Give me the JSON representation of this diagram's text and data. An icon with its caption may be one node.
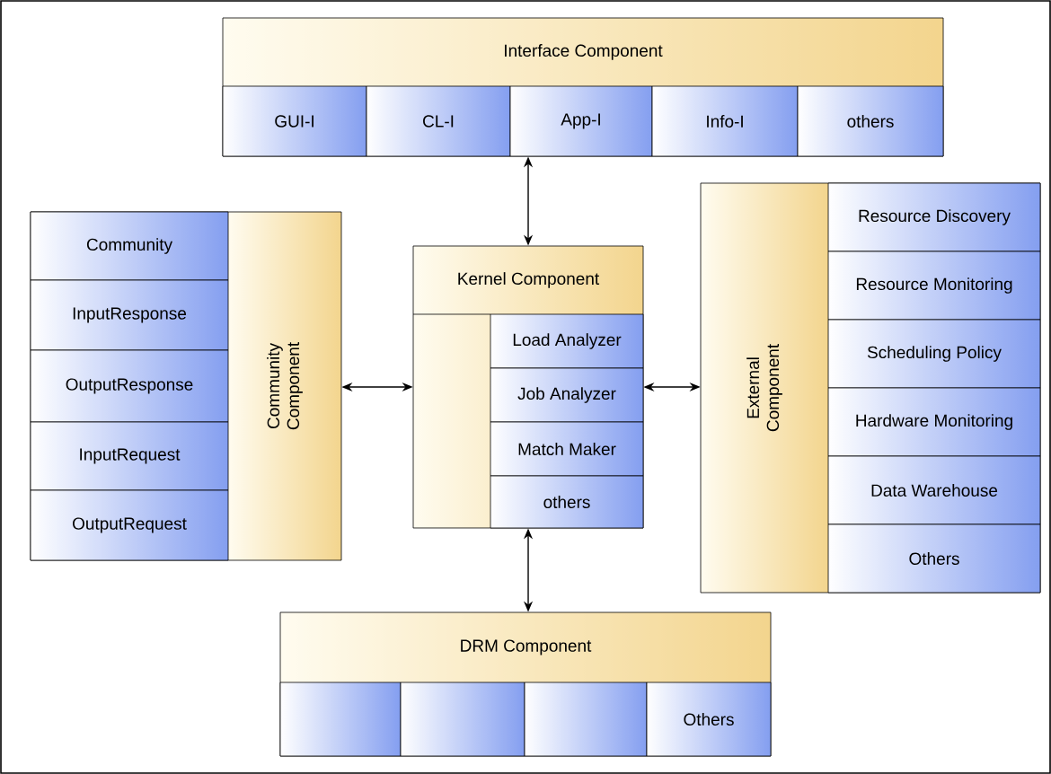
{
  "diagram": {
    "nodes": [
      {
        "text": [
          "Interface Component"
        ]
      },
      {
        "text": [
          "GUI-I"
        ],
        "in": 0
      },
      {
        "text": [
          "CL-I"
        ],
        "in": 0
      },
      {
        "text": [
          "App-I"
        ],
        "in": 0
      },
      {
        "text": [
          "Info-I"
        ],
        "in": 0
      },
      {
        "text": [
          "others"
        ],
        "in": 0
      },
      {
        "text": [
          "Community Component"
        ]
      },
      {
        "text": [
          "Community"
        ],
        "in": 6
      },
      {
        "text": [
          "InputResponse"
        ],
        "in": 6
      },
      {
        "text": [
          "OutputResponse"
        ],
        "in": 6
      },
      {
        "text": [
          "InputRequest"
        ],
        "in": 6
      },
      {
        "text": [
          "OutputRequest"
        ],
        "in": 6
      },
      {
        "text": [
          "Kernel Component"
        ]
      },
      {
        "text": [
          "Load Analyzer"
        ],
        "in": 12
      },
      {
        "text": [
          "Job Analyzer"
        ],
        "in": 12
      },
      {
        "text": [
          "Match Maker"
        ],
        "in": 12
      },
      {
        "text": [
          "others"
        ],
        "in": 12
      },
      {
        "text": [
          "External Component"
        ]
      },
      {
        "text": [
          "Resource Discovery"
        ],
        "in": 17
      },
      {
        "text": [
          "Resource Monitoring"
        ],
        "in": 17
      },
      {
        "text": [
          "Scheduling Policy"
        ],
        "in": 17
      },
      {
        "text": [
          "Hardware Monitoring"
        ],
        "in": 17
      },
      {
        "text": [
          "Data Warehouse"
        ],
        "in": 17
      },
      {
        "text": [
          "Others"
        ],
        "in": 17
      },
      {
        "text": [
          "DRM Component"
        ]
      },
      {
        "text": [],
        "shape": "box",
        "in": 24
      },
      {
        "text": [],
        "shape": "box",
        "in": 24
      },
      {
        "text": [],
        "shape": "box",
        "in": 24
      },
      {
        "text": [
          "Others"
        ],
        "in": 24
      }
    ],
    "edges": [
      {
        "from": 12,
        "to": 0,
        "arrow": "both"
      },
      {
        "from": 6,
        "to": 12,
        "arrow": "both"
      },
      {
        "from": 12,
        "to": 17,
        "arrow": "both"
      },
      {
        "from": 12,
        "to": 24,
        "arrow": "both"
      }
    ]
  }
}
